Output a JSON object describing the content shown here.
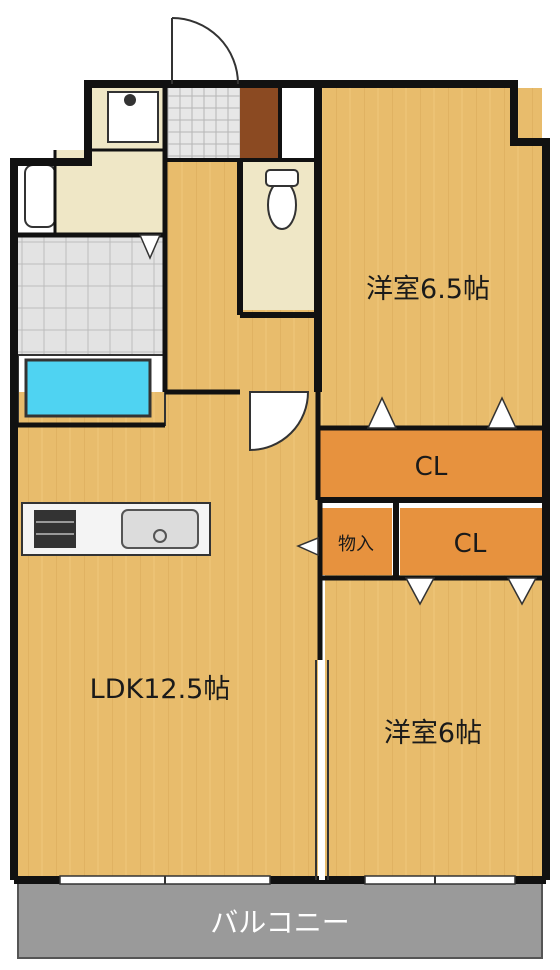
{
  "rooms": {
    "western_room_1": "洋室6.5帖",
    "western_room_2": "洋室6帖",
    "ldk": "LDK12.5帖",
    "closet_1": "CL",
    "closet_2": "CL",
    "storage": "物入",
    "balcony": "バルコニー"
  },
  "colors": {
    "floor_wood": "#e8bc6c",
    "closet_orange": "#e7923e",
    "wall": "#111111",
    "bath_blue": "#4fd3f2",
    "tile_gray": "#d9d9d9",
    "balcony_gray": "#9a9a9a",
    "utility_cream": "#efe7c6",
    "shoebox_brown": "#8b4a22"
  }
}
